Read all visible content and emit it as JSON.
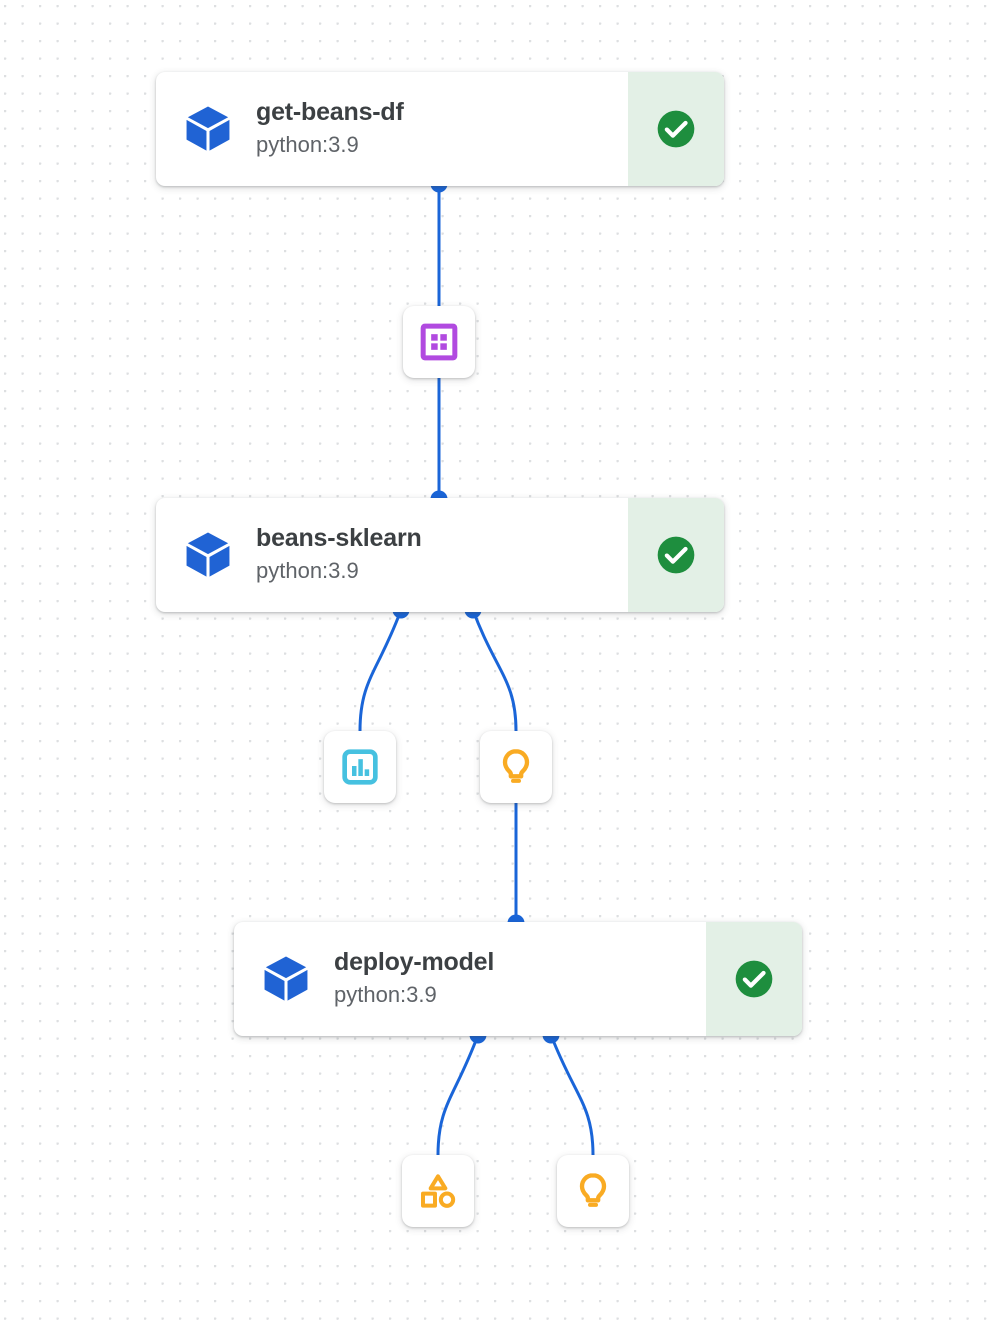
{
  "canvas": {
    "background_color": "#ffffff",
    "dot_color": "#dddfe1",
    "edge_color": "#1a65d8"
  },
  "tasks": [
    {
      "id": "get-beans-df",
      "title": "get-beans-df",
      "subtitle": "python:3.9",
      "icon": "cube-icon",
      "status": "succeeded",
      "status_icon": "check-circle-icon",
      "status_color": "#1e8e3e",
      "status_bg": "#e3f0e6"
    },
    {
      "id": "beans-sklearn",
      "title": "beans-sklearn",
      "subtitle": "python:3.9",
      "icon": "cube-icon",
      "status": "succeeded",
      "status_icon": "check-circle-icon",
      "status_color": "#1e8e3e",
      "status_bg": "#e3f0e6"
    },
    {
      "id": "deploy-model",
      "title": "deploy-model",
      "subtitle": "python:3.9",
      "icon": "cube-icon",
      "status": "succeeded",
      "status_icon": "check-circle-icon",
      "status_color": "#1e8e3e",
      "status_bg": "#e3f0e6"
    }
  ],
  "artifacts": [
    {
      "id": "dataset-artifact",
      "icon": "dataset-icon",
      "color": "#b14ae0"
    },
    {
      "id": "metrics-artifact",
      "icon": "bar-chart-icon",
      "color": "#46c1e0"
    },
    {
      "id": "model-artifact",
      "icon": "lightbulb-icon",
      "color": "#f9ab23"
    },
    {
      "id": "classification-artifact",
      "icon": "shapes-icon",
      "color": "#f9ab23"
    },
    {
      "id": "endpoint-artifact",
      "icon": "lightbulb-icon",
      "color": "#f9ab23"
    }
  ]
}
